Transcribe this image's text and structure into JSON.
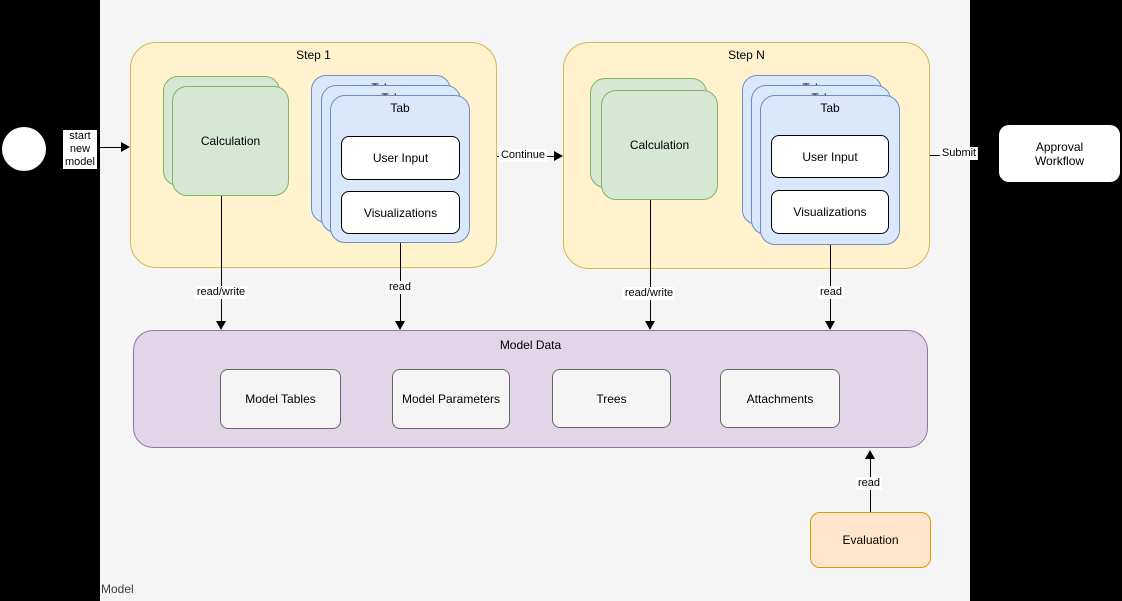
{
  "page": {
    "label": "Model"
  },
  "start": {
    "lines": [
      "start",
      "new",
      "model"
    ]
  },
  "steps": [
    {
      "title": "Step 1",
      "calculation": "Calculation",
      "tab": {
        "title": "Tab",
        "items": [
          "User Input",
          "Visualizations"
        ]
      }
    },
    {
      "title": "Step N",
      "calculation": "Calculation",
      "tab": {
        "title": "Tab",
        "items": [
          "User Input",
          "Visualizations"
        ]
      }
    }
  ],
  "arrows": {
    "read_write": "read/write",
    "read": "read",
    "continue_label": "Continue",
    "submit": "Submit"
  },
  "model_data": {
    "title": "Model Data",
    "items": [
      "Model Tables",
      "Model Parameters",
      "Trees",
      "Attachments"
    ]
  },
  "evaluation": {
    "label": "Evaluation"
  },
  "approval": {
    "label": "Approval Workflow"
  },
  "colors": {
    "outside_bg": "#000000",
    "canvas_bg": "#f5f5f6",
    "step_fill": "#fff2cc",
    "step_border": "#d6b656",
    "calculation_fill": "#d5e8d4",
    "calculation_border": "#82b366",
    "tab_fill": "#dae8fc",
    "tab_border": "#6c8ebf",
    "model_data_fill": "#e1d5e7",
    "model_data_border": "#9673a6",
    "evaluation_fill": "#ffe6cc",
    "evaluation_border": "#d79b00",
    "data_item_fill": "#f5f5f5",
    "data_item_border": "#666666",
    "edge_color": "#000000"
  }
}
